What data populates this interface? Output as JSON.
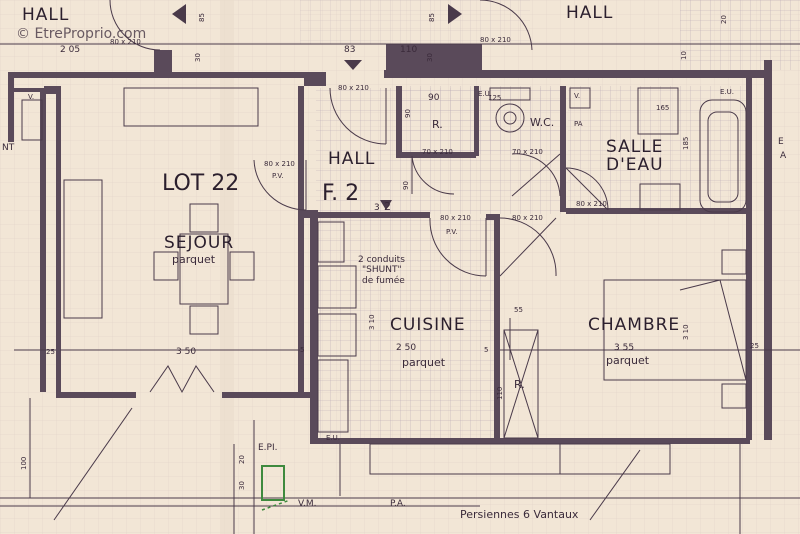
{
  "watermark": "© EtreProprio.com",
  "plan_labels": {
    "hall_top_left": "HALL",
    "hall_top_right": "HALL",
    "lot": "LOT 22",
    "type": "F. 2",
    "type_sub": "2",
    "hall_center": "HALL",
    "sejour": "SEJOUR",
    "sejour_floor": "parquet",
    "cuisine": "CUISINE",
    "cuisine_dim": "2 50",
    "cuisine_floor": "parquet",
    "chambre": "CHAMBRE",
    "chambre_dim": "3 55",
    "chambre_floor": "parquet",
    "salle_deau_1": "SALLE",
    "salle_deau_2": "D'EAU",
    "wc": "W.C.",
    "r_top": "R.",
    "r_bottom": "R.",
    "conduits_1": "2 conduits",
    "conduits_2": "\"SHUNT\"",
    "conduits_3": "de fumée",
    "persiennes": "Persiennes 6 Vantaux",
    "epi": "E.PI.",
    "vm": "V.M.",
    "pa_bottom": "P.A.",
    "pa_wc": "PA",
    "eu_1": "E.U.",
    "eu_2": "E.U.",
    "eu_3": "E.U.",
    "v_left": "V.",
    "v_wc": "V.",
    "nt_left": "NT",
    "e_right": "E",
    "a_right": "A"
  },
  "dimensions": {
    "d_205": "2 05",
    "d_80x210_a": "80 x 210",
    "d_30_a": "30",
    "d_85_a": "85",
    "d_30_b": "30",
    "d_85_b": "85",
    "d_80x210_b": "80 x 210",
    "d_83": "83",
    "d_110": "110",
    "d_80x210_c": "80 x 210",
    "d_90": "90",
    "d_125": "125",
    "d_80x210_door1": "80 x 210",
    "d_pv1": "P.V.",
    "d_70x210_a": "70 x 210",
    "d_70x210_b": "70 x 210",
    "d_165": "165",
    "d_185": "185",
    "d_90_vert": "90",
    "d_90_vert2": "90",
    "d_80x210_wc": "80 x 210",
    "d_80x210_d": "80 x 210",
    "d_pv2": "P.V.",
    "d_80x210_e": "80 x 210",
    "d_25_a": "25",
    "d_350": "3 50",
    "d_310_a": "3 10",
    "d_5_a": "5",
    "d_55": "55",
    "d_5_b": "5",
    "d_110_vert": "110",
    "d_310_b": "3 10",
    "d_25_b": "25",
    "d_100": "100",
    "d_20": "20",
    "d_30_c": "30",
    "d_20_b": "20",
    "d_3": "3",
    "d_10": "10"
  }
}
